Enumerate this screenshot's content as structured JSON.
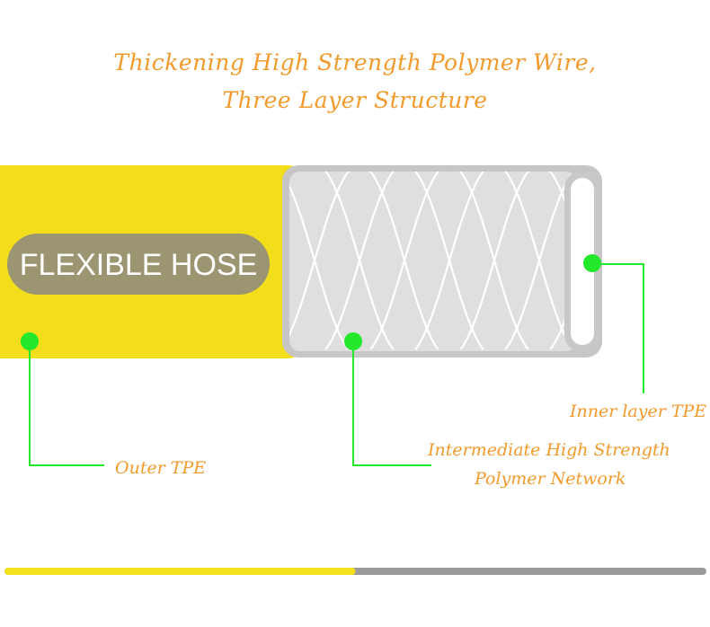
{
  "title": {
    "line1": "Thickening High Strength Polymer Wire,",
    "line2": "Three Layer Structure"
  },
  "hose": {
    "badge": "FLEXIBLE HOSE",
    "outer_color": "#f2de1b",
    "badge_color": "#9c9572",
    "mesh_color": "#d6d4d5"
  },
  "callouts": {
    "outer": "Outer TPE",
    "intermediate_line1": "Intermediate High Strength",
    "intermediate_line2": "Polymer Network",
    "inner": "Inner layer TPE"
  },
  "colors": {
    "accent": "#f29a2c",
    "marker": "#23e82b",
    "progress_fill": "#f2e21b",
    "progress_track": "#9a9a9a"
  },
  "progress": {
    "fraction": 0.5
  }
}
